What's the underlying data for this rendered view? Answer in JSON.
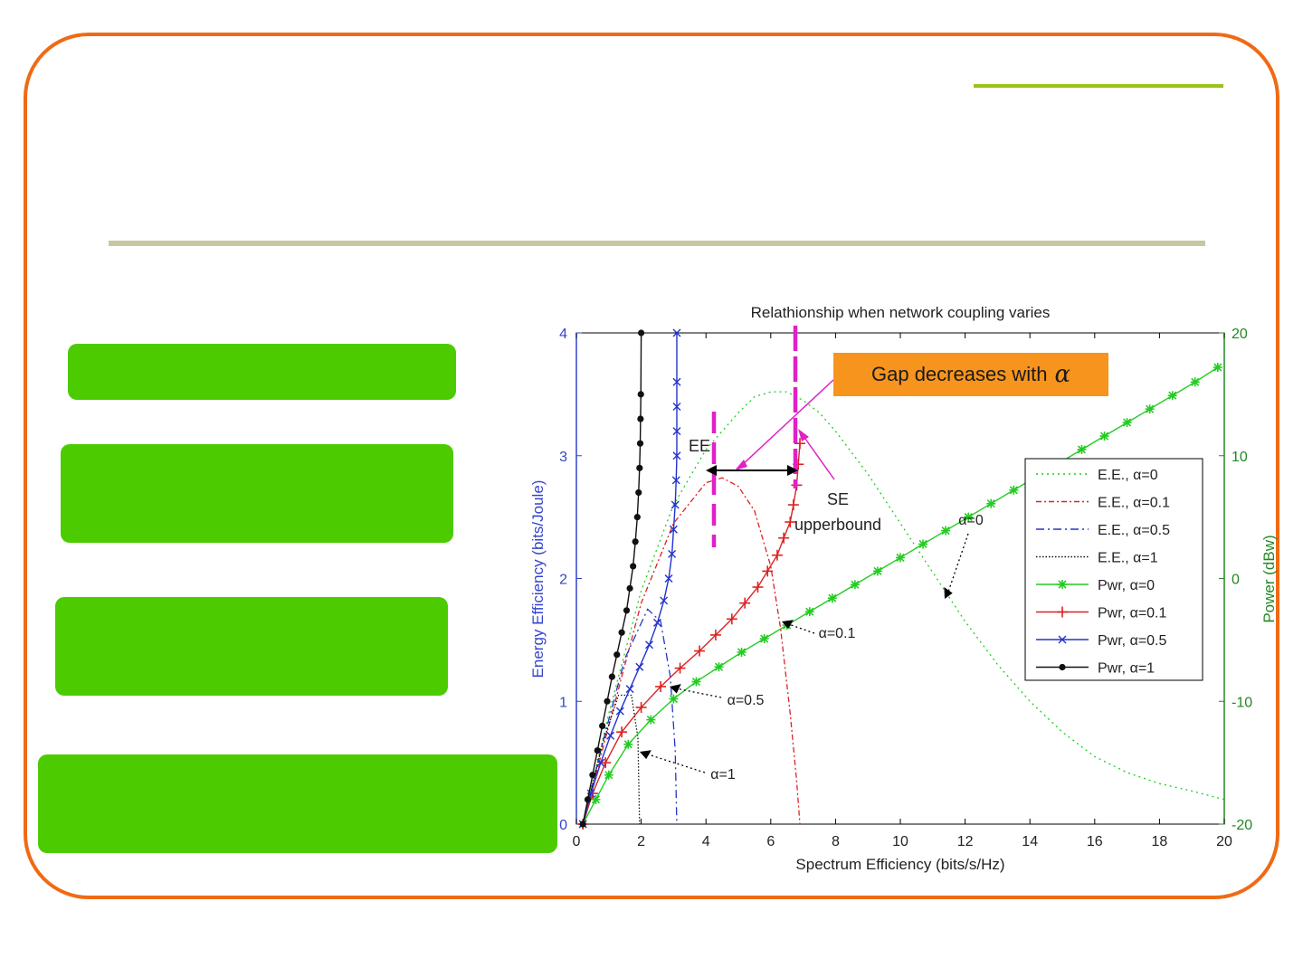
{
  "slide": {
    "frame_color": "#f06a14",
    "accent_line_color": "#9bc21a",
    "title_rule_color": "#c8c8a0",
    "box_color": "#4ccc00",
    "callout_color": "#f7941d"
  },
  "callout": {
    "text": "Gap decreases with",
    "symbol": "α"
  },
  "chart_data": {
    "type": "line",
    "title": "Relathionship when network coupling varies",
    "xlabel": "Spectrum Efficiency (bits/s/Hz)",
    "ylabel": "Energy Efficiency (bits/Joule)",
    "y2label": "Power (dBw)",
    "xlim": [
      0,
      20
    ],
    "ylim": [
      0,
      4
    ],
    "y2lim": [
      -20,
      20
    ],
    "x_ticks": [
      "0",
      "2",
      "4",
      "6",
      "8",
      "10",
      "12",
      "14",
      "16",
      "18",
      "20"
    ],
    "y_ticks": [
      "0",
      "1",
      "2",
      "3",
      "4"
    ],
    "y2_ticks": [
      "-20",
      "-10",
      "0",
      "10",
      "20"
    ],
    "grid": false,
    "legend_position": "right",
    "legend": [
      "E.E., α=0",
      "E.E., α=0.1",
      "E.E., α=0.5",
      "E.E., α=1",
      "Pwr, α=0",
      "Pwr, α=0.1",
      "Pwr, α=0.5",
      "Pwr, α=1"
    ],
    "ee_series": [
      {
        "color": "#22cc22",
        "x": [
          0.2,
          1,
          2,
          3,
          4,
          5,
          5.5,
          6,
          6.5,
          7,
          7.5,
          8,
          9,
          10,
          11,
          12,
          13,
          14,
          15,
          16,
          17,
          18,
          19,
          20
        ],
        "y": [
          0,
          0.9,
          1.9,
          2.6,
          3.05,
          3.35,
          3.48,
          3.52,
          3.52,
          3.45,
          3.35,
          3.2,
          2.85,
          2.45,
          2.05,
          1.65,
          1.3,
          1,
          0.75,
          0.55,
          0.42,
          0.33,
          0.27,
          0.2
        ]
      },
      {
        "color": "#dd2222",
        "x": [
          0.2,
          1,
          2,
          3,
          4,
          4.5,
          5,
          5.5,
          6,
          6.3,
          6.6,
          6.8,
          6.9
        ],
        "y": [
          0,
          0.8,
          1.8,
          2.45,
          2.78,
          2.82,
          2.75,
          2.55,
          2.1,
          1.6,
          0.9,
          0.35,
          0
        ]
      },
      {
        "color": "#2233cc",
        "x": [
          0.2,
          0.8,
          1.5,
          2.2,
          2.6,
          2.9,
          3.05,
          3.1
        ],
        "y": [
          0,
          0.65,
          1.35,
          1.75,
          1.65,
          1.2,
          0.6,
          0
        ]
      },
      {
        "color": "#111111",
        "x": [
          0.2,
          0.8,
          1.3,
          1.7,
          1.9,
          1.95
        ],
        "y": [
          0,
          0.65,
          1.05,
          1.05,
          0.7,
          0
        ]
      }
    ],
    "power_series": [
      {
        "color": "#22cc22",
        "marker": "star",
        "x": [
          0.2,
          0.6,
          1.0,
          1.6,
          2.3,
          3.0,
          3.7,
          4.4,
          5.1,
          5.8,
          6.5,
          7.2,
          7.9,
          8.6,
          9.3,
          10.0,
          10.7,
          11.4,
          12.1,
          12.8,
          13.5,
          14.2,
          14.9,
          15.6,
          16.3,
          17.0,
          17.7,
          18.4,
          19.1,
          19.8
        ],
        "y": [
          -20,
          -18,
          -16,
          -13.5,
          -11.5,
          -9.8,
          -8.4,
          -7.2,
          -6.0,
          -4.9,
          -3.8,
          -2.7,
          -1.6,
          -0.5,
          0.6,
          1.7,
          2.8,
          3.9,
          5.0,
          6.1,
          7.2,
          8.3,
          9.4,
          10.5,
          11.6,
          12.7,
          13.8,
          14.9,
          16.0,
          17.2
        ]
      },
      {
        "color": "#dd2222",
        "marker": "plus",
        "x": [
          0.2,
          0.5,
          0.9,
          1.4,
          2.0,
          2.6,
          3.2,
          3.8,
          4.3,
          4.8,
          5.2,
          5.6,
          5.9,
          6.2,
          6.4,
          6.6,
          6.7,
          6.8,
          6.85,
          6.9
        ],
        "y": [
          -20,
          -17.5,
          -15,
          -12.5,
          -10.5,
          -8.8,
          -7.3,
          -5.9,
          -4.6,
          -3.3,
          -2.0,
          -0.7,
          0.6,
          1.9,
          3.3,
          4.6,
          6.0,
          7.6,
          9.3,
          11
        ]
      },
      {
        "color": "#2233cc",
        "marker": "x",
        "x": [
          0.2,
          0.45,
          0.75,
          1.05,
          1.35,
          1.65,
          1.95,
          2.25,
          2.5,
          2.7,
          2.85,
          2.95,
          3.0,
          3.05,
          3.08,
          3.1,
          3.1,
          3.1,
          3.1,
          3.1
        ],
        "y": [
          -20,
          -17.5,
          -15,
          -12.8,
          -10.8,
          -9,
          -7.2,
          -5.4,
          -3.6,
          -1.8,
          0,
          2,
          4,
          6,
          8,
          10,
          12,
          14,
          16,
          20
        ]
      },
      {
        "color": "#111111",
        "marker": "dot",
        "x": [
          0.2,
          0.35,
          0.5,
          0.65,
          0.8,
          0.95,
          1.1,
          1.25,
          1.4,
          1.55,
          1.65,
          1.75,
          1.82,
          1.88,
          1.92,
          1.95,
          1.97,
          1.98,
          1.99,
          2.0
        ],
        "y": [
          -20,
          -18,
          -16,
          -14,
          -12,
          -10,
          -8,
          -6.2,
          -4.4,
          -2.6,
          -0.8,
          1,
          3,
          5,
          7,
          9,
          11,
          13,
          15,
          20
        ]
      }
    ],
    "annotations": [
      "EE",
      "SE",
      "upperbound",
      "α=0",
      "α=0.1",
      "α=0.5",
      "α=1"
    ]
  }
}
